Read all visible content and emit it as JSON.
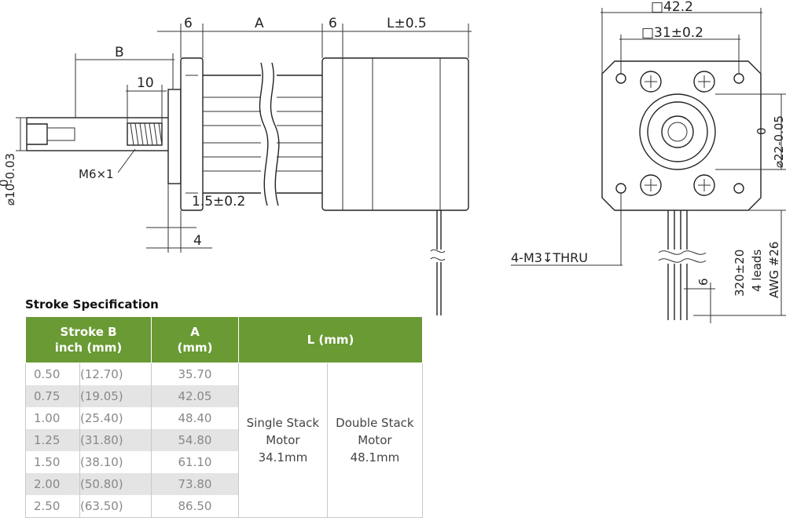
{
  "dimensions": {
    "left_6": "6",
    "a_label": "A",
    "right_6": "6",
    "l_label": "L±0.5",
    "b_label": "B",
    "thread_len": "10",
    "thread": "M6×1",
    "shaft_dia": "⌀10-0.03",
    "shaft_dia_upper": "0",
    "flange_thk": "1.5±0.2",
    "pilot_len": "4",
    "square": "□42.2",
    "bolt_square": "□31±0.2",
    "pilot_dia": "⌀22-0.05",
    "pilot_dia_upper": "0",
    "holes": "4-M3↧THRU",
    "lead_len": "320±20",
    "leads": "4 leads",
    "awg": "AWG #26",
    "strip": "6"
  },
  "spec": {
    "title": "Stroke Specification",
    "headers": {
      "stroke_line1": "Stroke B",
      "stroke_line2": "inch (mm)",
      "a_line1": "A",
      "a_line2": "(mm)",
      "l": "L (mm)"
    },
    "rows": [
      {
        "inch": "0.50",
        "mm": "(12.70)",
        "a": "35.70"
      },
      {
        "inch": "0.75",
        "mm": "(19.05)",
        "a": "42.05"
      },
      {
        "inch": "1.00",
        "mm": "(25.40)",
        "a": "48.40"
      },
      {
        "inch": "1.25",
        "mm": "(31.80)",
        "a": "54.80"
      },
      {
        "inch": "1.50",
        "mm": "(38.10)",
        "a": "61.10"
      },
      {
        "inch": "2.00",
        "mm": "(50.80)",
        "a": "73.80"
      },
      {
        "inch": "2.50",
        "mm": "(63.50)",
        "a": "86.50"
      }
    ],
    "single": {
      "line1": "Single Stack",
      "line2": "Motor",
      "line3": "34.1mm"
    },
    "double": {
      "line1": "Double Stack",
      "line2": "Motor",
      "line3": "48.1mm"
    }
  }
}
